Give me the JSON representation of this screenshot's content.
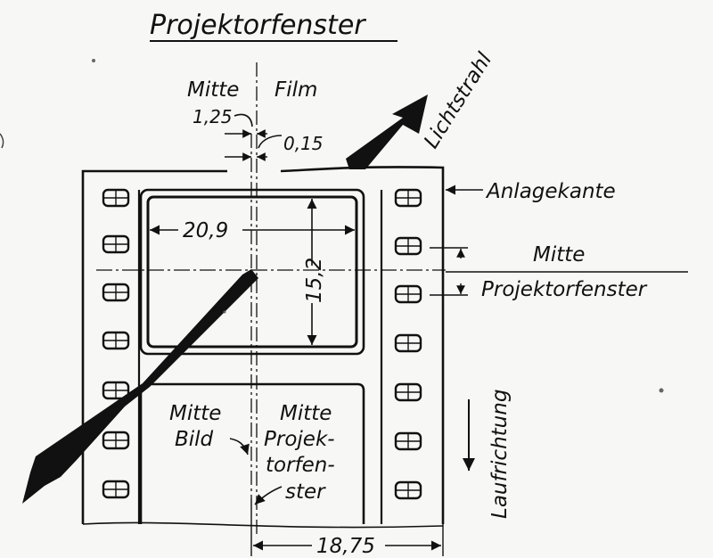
{
  "title": "Projektorfenster",
  "labels": {
    "mitte_film_a": "Mitte",
    "mitte_film_b": "Film",
    "dim_125": "1,25",
    "dim_015": "0,15",
    "lichtstrahl": "Lichtstrahl",
    "anlagekante": "Anlagekante",
    "mitte_pf_a": "Mitte",
    "mitte_pf_b": "Projektorfenster",
    "dim_209": "20,9",
    "dim_152": "15,2",
    "mitte_bild_a": "Mitte",
    "mitte_bild_b": "Bild",
    "mitte_proj_1": "Mitte",
    "mitte_proj_2": "Projek-",
    "mitte_proj_3": "torfen-",
    "mitte_proj_4": "ster",
    "laufrichtung": "Laufrichtung",
    "dim_1875": "18,75"
  },
  "colors": {
    "ink": "#111111",
    "paper": "#f7f7f5"
  }
}
